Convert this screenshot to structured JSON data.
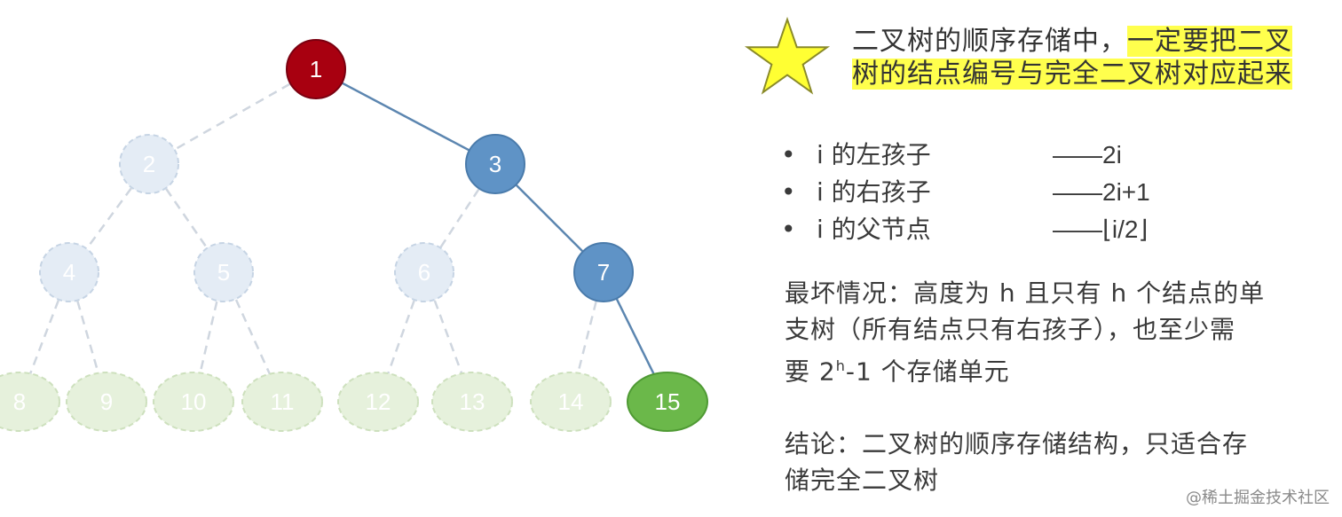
{
  "tree": {
    "edges": [
      {
        "from": 1,
        "to": 2,
        "style": "dashed"
      },
      {
        "from": 1,
        "to": 3,
        "style": "solid"
      },
      {
        "from": 2,
        "to": 4,
        "style": "dashed"
      },
      {
        "from": 2,
        "to": 5,
        "style": "dashed"
      },
      {
        "from": 3,
        "to": 6,
        "style": "dashed"
      },
      {
        "from": 3,
        "to": 7,
        "style": "solid"
      },
      {
        "from": 4,
        "to": 8,
        "style": "dashed"
      },
      {
        "from": 4,
        "to": 9,
        "style": "dashed"
      },
      {
        "from": 5,
        "to": 10,
        "style": "dashed"
      },
      {
        "from": 5,
        "to": 11,
        "style": "dashed"
      },
      {
        "from": 6,
        "to": 12,
        "style": "dashed"
      },
      {
        "from": 6,
        "to": 13,
        "style": "dashed"
      },
      {
        "from": 7,
        "to": 14,
        "style": "dashed"
      },
      {
        "from": 7,
        "to": 15,
        "style": "solid"
      }
    ],
    "nodes": [
      {
        "label": "1",
        "active": true,
        "level": 0
      },
      {
        "label": "2",
        "active": false,
        "level": 1
      },
      {
        "label": "3",
        "active": true,
        "level": 1
      },
      {
        "label": "4",
        "active": false,
        "level": 2
      },
      {
        "label": "5",
        "active": false,
        "level": 2
      },
      {
        "label": "6",
        "active": false,
        "level": 2
      },
      {
        "label": "7",
        "active": true,
        "level": 2
      },
      {
        "label": "8",
        "active": false,
        "level": 3
      },
      {
        "label": "9",
        "active": false,
        "level": 3
      },
      {
        "label": "10",
        "active": false,
        "level": 3
      },
      {
        "label": "11",
        "active": false,
        "level": 3
      },
      {
        "label": "12",
        "active": false,
        "level": 3
      },
      {
        "label": "13",
        "active": false,
        "level": 3
      },
      {
        "label": "14",
        "active": false,
        "level": 3
      },
      {
        "label": "15",
        "active": true,
        "level": 3
      }
    ],
    "colors": {
      "root_fill": "#a80010",
      "root_stroke": "#7a0010",
      "blue_fill": "#5f93c6",
      "blue_stroke": "#4a7bab",
      "pale_blue_fill": "#e4ecf5",
      "pale_blue_stroke": "#c6d4e4",
      "green_fill": "#6bb84a",
      "green_stroke": "#4f9a34",
      "pale_green_fill": "#e6f1dc",
      "pale_green_stroke": "#cde0bd",
      "solid_edge": "#5c86b0",
      "dashed_edge": "#cfd6df"
    }
  },
  "star_icon": "star-icon",
  "headline": {
    "normal": "二叉树的顺序存储中，",
    "highlight_1": "一定要把二叉",
    "highlight_2": "树的结点编号与完全二叉树对应起来"
  },
  "bullets": [
    {
      "dot": "•",
      "label": "i 的左孩子",
      "formula": "——2i"
    },
    {
      "dot": "•",
      "label": "i 的右孩子",
      "formula": "——2i+1"
    },
    {
      "dot": "•",
      "label": "i 的父节点",
      "formula": "——⌊i/2⌋"
    }
  ],
  "worst_case": {
    "line1": "最坏情况：高度为 h 且只有 h 个结点的单",
    "line2": "支树（所有结点只有右孩子），也至少需",
    "line3_pre": "要 2",
    "line3_sup": "h",
    "line3_post": "-1 个存储单元"
  },
  "conclusion": {
    "line1": "结论：二叉树的顺序存储结构，只适合存",
    "line2": "储完全二叉树"
  },
  "watermark": "@稀土掘金技术社区"
}
